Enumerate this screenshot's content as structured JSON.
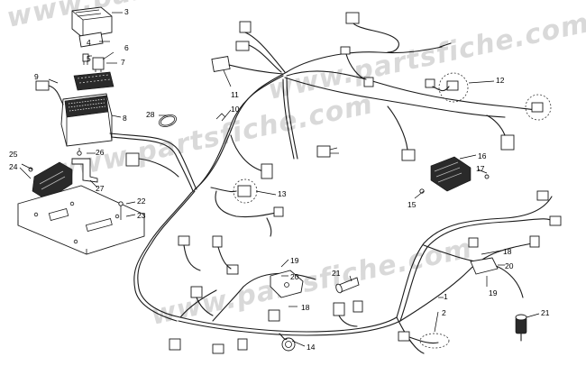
{
  "watermark": "www.partsfiche.com",
  "callouts": [
    "1",
    "2",
    "3",
    "4",
    "5",
    "6",
    "7",
    "8",
    "9",
    "10",
    "11",
    "12",
    "13",
    "14",
    "15",
    "16",
    "17",
    "18",
    "18",
    "19",
    "19",
    "20",
    "20",
    "21",
    "21",
    "22",
    "23",
    "24",
    "25",
    "26",
    "27",
    "28"
  ]
}
